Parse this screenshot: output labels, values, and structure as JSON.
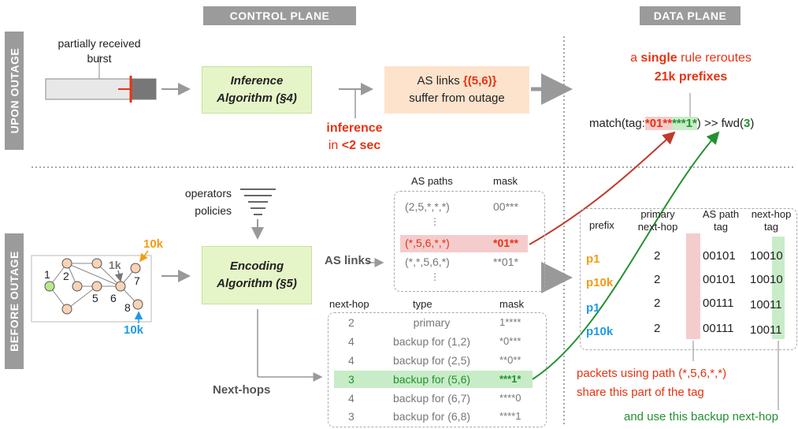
{
  "headers": {
    "control_plane": "CONTROL PLANE",
    "data_plane": "DATA PLANE"
  },
  "side": {
    "upon": "UPON OUTAGE",
    "before": "BEFORE OUTAGE"
  },
  "top": {
    "burst_label_1": "partially received",
    "burst_label_2": "burst",
    "inference_box": [
      "Inference",
      "Algorithm (§4)"
    ],
    "as_links_pre": "AS links ",
    "as_links_val": "{(5,6)}",
    "as_links_post": "suffer from outage",
    "inference_word": "inference",
    "in_pre": "in ",
    "in_val": "<2 sec",
    "single_pre": "a ",
    "single_bold": "single",
    "single_post": " rule reroutes",
    "prefixes": "21k prefixes",
    "match_pre": "match(tag:",
    "match_red": "*01**",
    "match_green": "***1*",
    "match_post": ") >> fwd(",
    "match_fwd": "3",
    "match_end": ")"
  },
  "bottom": {
    "operators": "operators",
    "policies": "policies",
    "encoding_box": [
      "Encoding",
      "Algorithm (§5)"
    ],
    "as_links_label": "AS links",
    "next_hops_label": "Next-hops",
    "node_labels": [
      "1",
      "2",
      "5",
      "6",
      "7",
      "8"
    ],
    "annot_1k": "1k",
    "annot_10k_top": "10k",
    "annot_10k_bottom": "10k",
    "as_paths_header": "AS paths",
    "mask_header": "mask",
    "as_rows": [
      {
        "path": "(2,5,*,*,*)",
        "mask": "00***"
      },
      {
        "path": "⋮",
        "mask": ""
      },
      {
        "path": "(*,5,6,*,*)",
        "mask": "*01**"
      },
      {
        "path": "(*,*,5,6,*)",
        "mask": "**01*"
      },
      {
        "path": "⋮",
        "mask": ""
      }
    ],
    "nh_headers": {
      "nh": "next-hop",
      "type": "type",
      "mask": "mask"
    },
    "nh_rows": [
      {
        "nh": "2",
        "type": "primary",
        "mask": "1****"
      },
      {
        "nh": "4",
        "type": "backup for (1,2)",
        "mask": "*0***"
      },
      {
        "nh": "4",
        "type": "backup for (2,5)",
        "mask": "**0**"
      },
      {
        "nh": "3",
        "type": "backup for (5,6)",
        "mask": "***1*"
      },
      {
        "nh": "4",
        "type": "backup for (6,7)",
        "mask": "****0"
      },
      {
        "nh": "3",
        "type": "backup for (6,8)",
        "mask": "****1"
      }
    ],
    "dp_headers": {
      "prefix": "prefix",
      "primary1": "primary",
      "primary2": "next-hop",
      "aspath1": "AS path",
      "aspath2": "tag",
      "nexthop1": "next-hop",
      "nexthop2": "tag"
    },
    "dp_rows": [
      {
        "prefix": "p1",
        "nh": "2",
        "as": "00101",
        "tag": "10010",
        "color": "#f39c12"
      },
      {
        "prefix": "p10k",
        "nh": "2",
        "as": "00101",
        "tag": "10010",
        "color": "#f39c12"
      },
      {
        "prefix": "p1",
        "nh": "2",
        "as": "00111",
        "tag": "10011",
        "color": "#1e9be6"
      },
      {
        "prefix": "p10k",
        "nh": "2",
        "as": "00111",
        "tag": "10011",
        "color": "#1e9be6"
      }
    ],
    "packets_1": "packets using path (*,5,6,*,*)",
    "packets_2": "share this part of the tag",
    "backup_note": "and use this backup next-hop"
  }
}
